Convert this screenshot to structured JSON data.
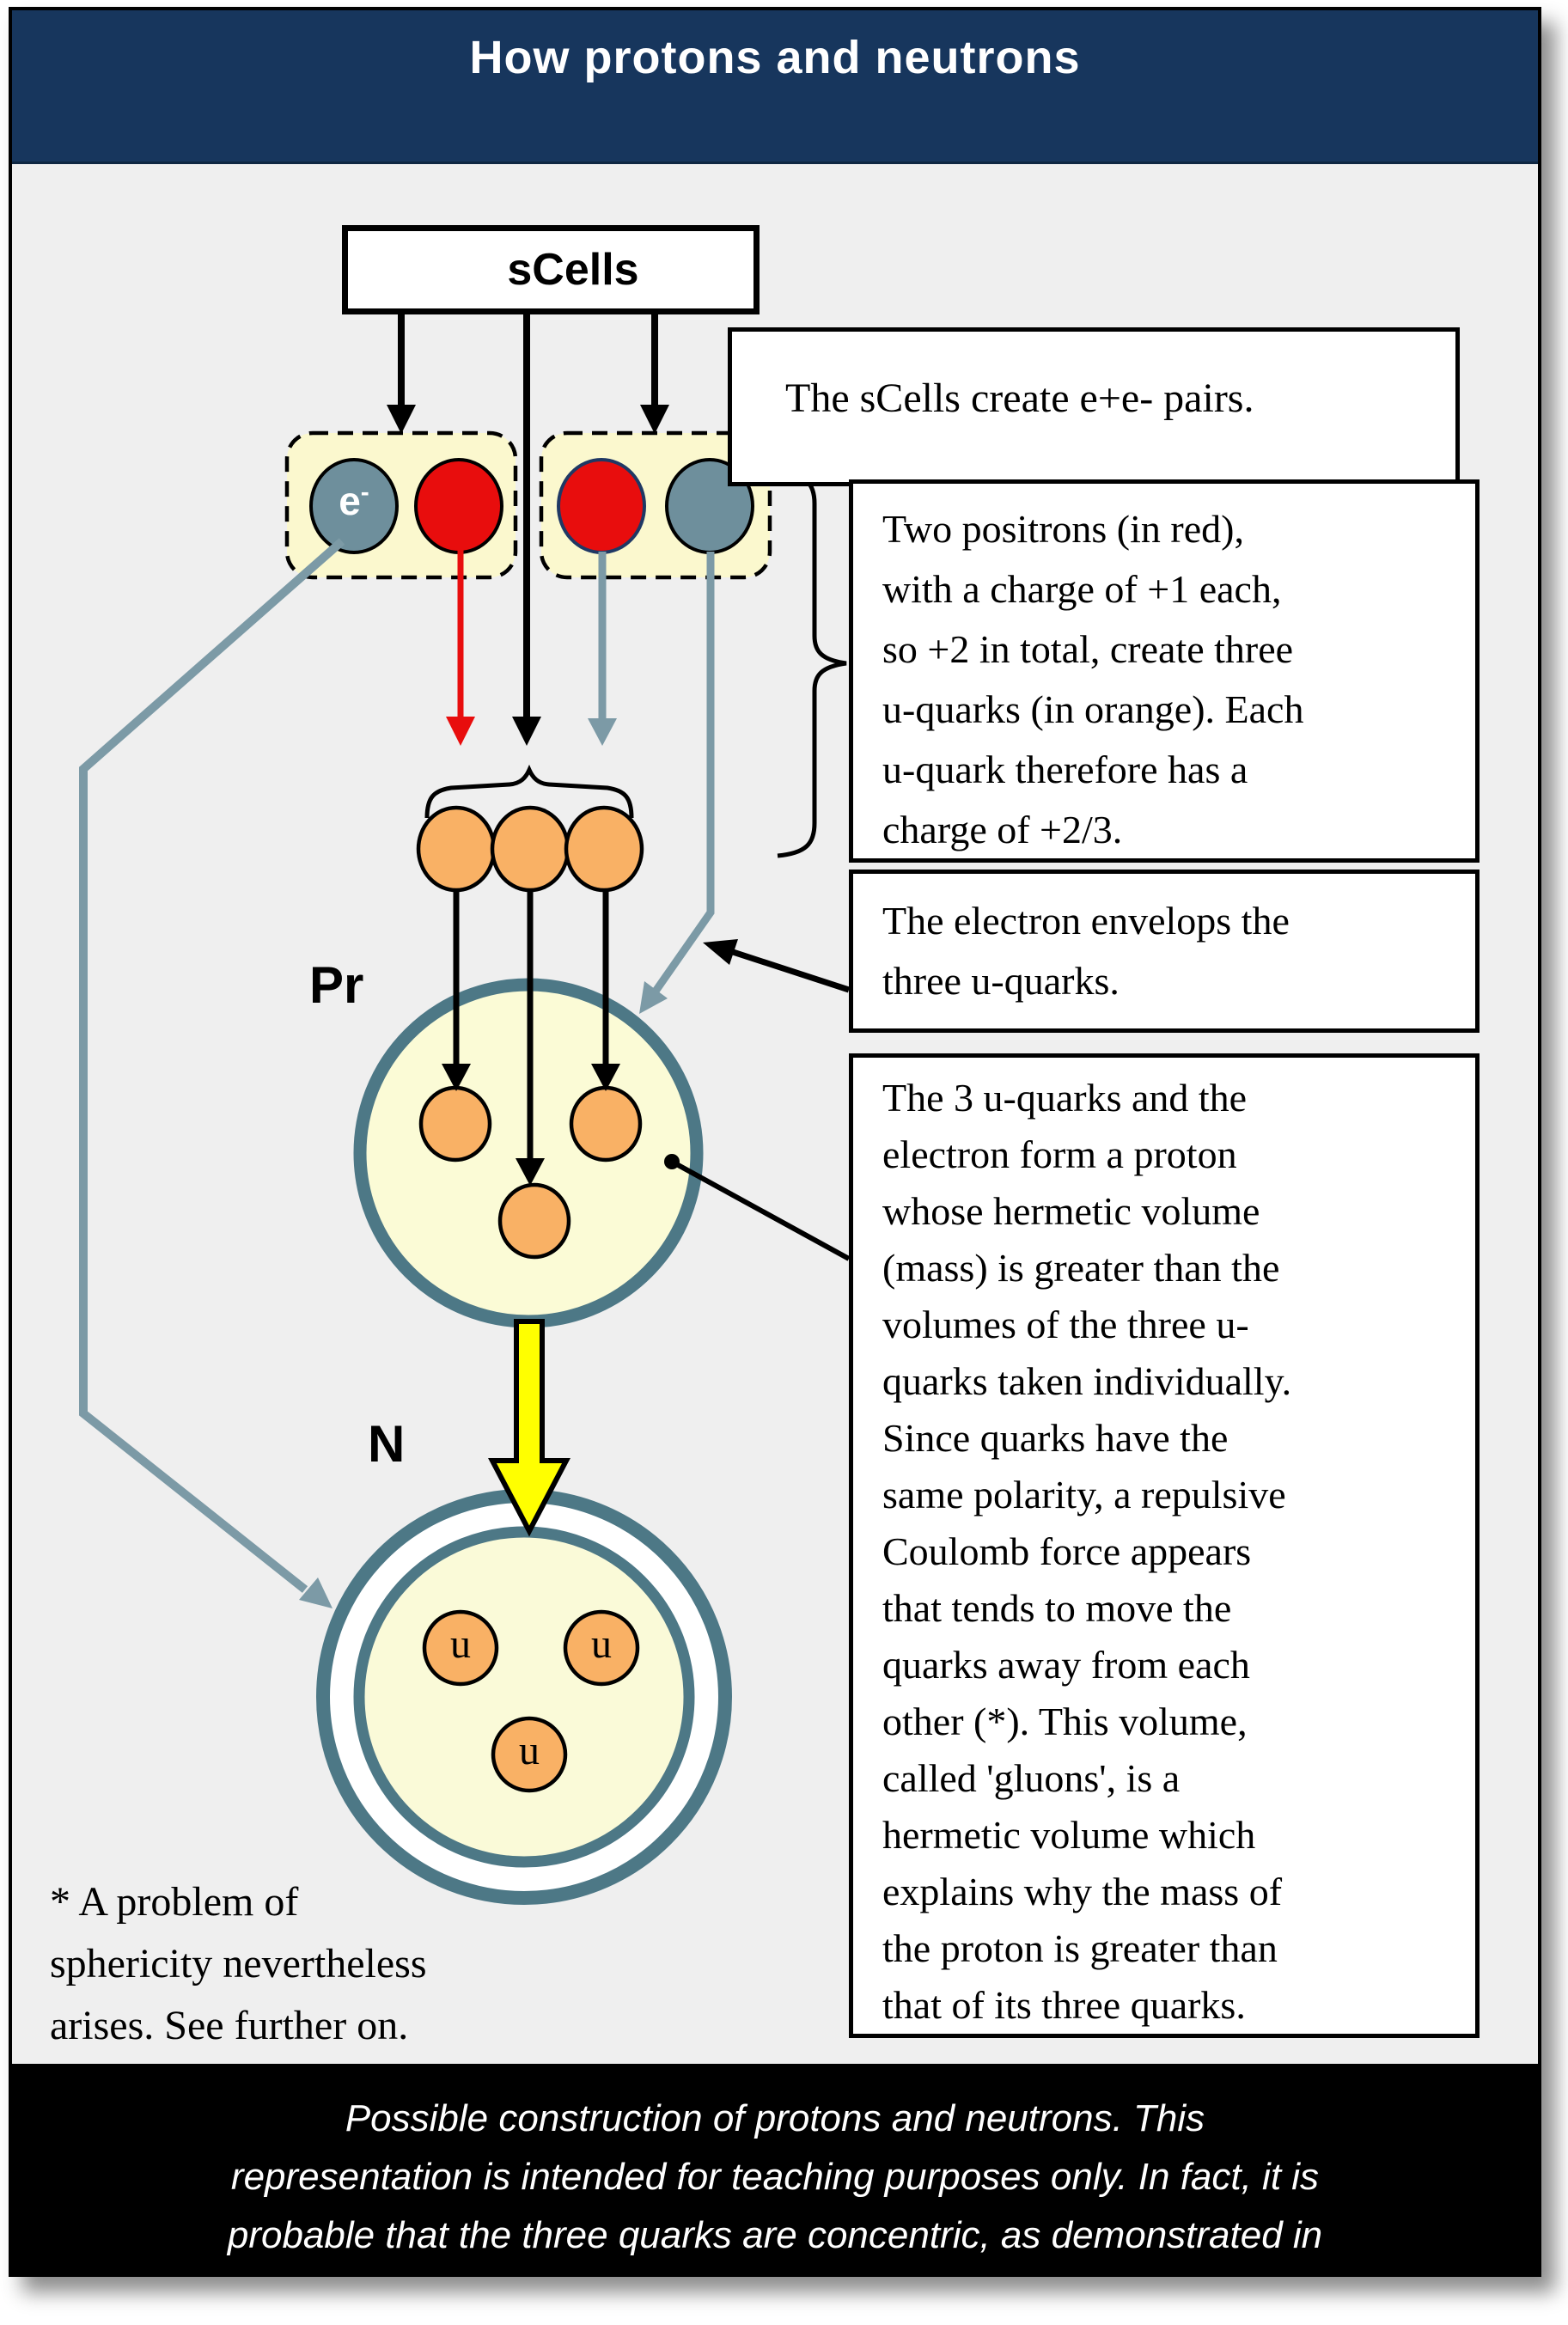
{
  "header": {
    "title": "How protons and neutrons"
  },
  "scells_box": {
    "label": "sCells"
  },
  "labels": {
    "electron_base": "e",
    "electron_sup": "-",
    "proton": "Pr",
    "neutron": "N",
    "u_quark": "u"
  },
  "text_boxes": {
    "pairs": "The sCells create e+e- pairs.",
    "positrons": "Two positrons (in red),\nwith a charge of +1 each,\nso +2 in total, create three\nu-quarks (in orange). Each\nu-quark therefore has a\ncharge of +2/3.",
    "electron": "The electron envelops the\nthree u-quarks.",
    "gluons": "The 3 u-quarks and the\nelectron form a proton\nwhose hermetic volume\n(mass) is greater than the\nvolumes of the three u-\nquarks taken individually.\nSince quarks have the\nsame polarity, a repulsive\nCoulomb force appears\nthat tends to move the\nquarks away from each\nother (*). This volume,\ncalled 'gluons', is a\nhermetic volume which\nexplains why the mass of\nthe proton is greater than\nthat of its three quarks."
  },
  "footnote": {
    "text": "* A problem of\nsphericity nevertheless\narises. See further on."
  },
  "caption": {
    "text": "Possible construction of protons and neutrons. This\nrepresentation is intended for teaching purposes only. In fact, it is\nprobable that the three quarks are concentric, as demonstrated in"
  },
  "colors": {
    "header_bg": "#17365D",
    "slide_bg": "#EFEFEF",
    "steel": "#7C9AA6",
    "slate_circle": "#6E8F9C",
    "red": "#E80D0D",
    "navy_outline": "#1F3864",
    "pale_yellow_box": "#FBF8CE",
    "orange_quark": "#F9B165",
    "nucleon_fill": "#FBFBD6",
    "nucleon_ring": "#4D7886",
    "yellow_arrow": "#FFFF00",
    "caption_bg": "#000000"
  }
}
